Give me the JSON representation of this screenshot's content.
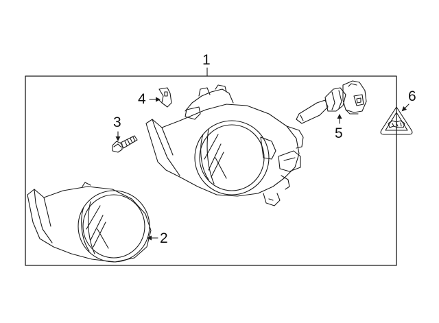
{
  "diagram": {
    "callouts": [
      {
        "id": "1",
        "label": "1"
      },
      {
        "id": "2",
        "label": "2"
      },
      {
        "id": "3",
        "label": "3"
      },
      {
        "id": "4",
        "label": "4"
      },
      {
        "id": "5",
        "label": "5"
      },
      {
        "id": "6",
        "label": "6"
      }
    ],
    "colors": {
      "line": "#1a1a1a",
      "background": "#ffffff"
    }
  }
}
